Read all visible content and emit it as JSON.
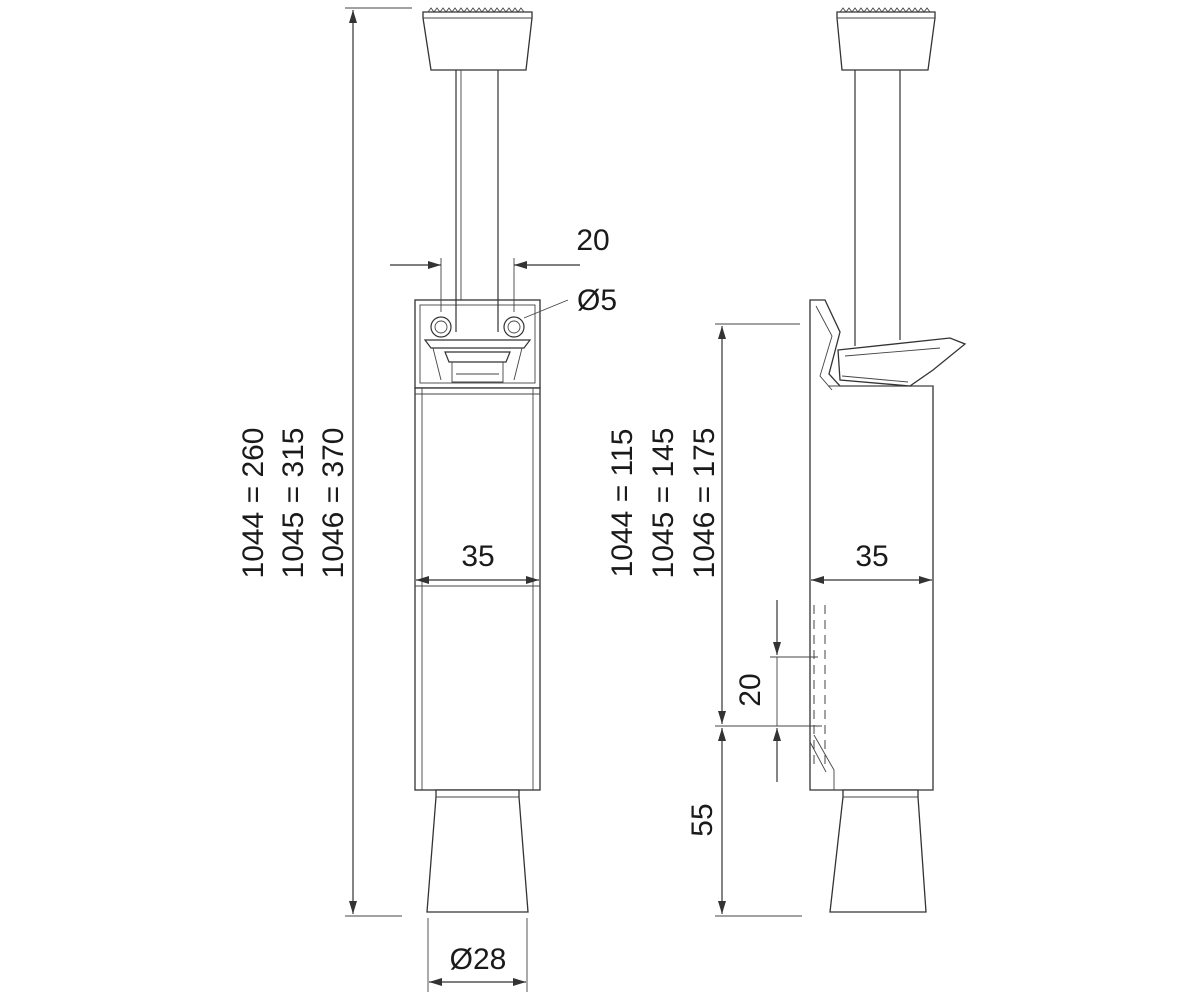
{
  "front_view": {
    "total_length_labels": [
      "1044 = 260",
      "1045 = 315",
      "1046 = 370"
    ],
    "spacing_label": "20",
    "hole_label": "Ø5",
    "width_label": "35",
    "foot_label": "Ø28"
  },
  "side_view": {
    "height_labels": [
      "1044 = 115",
      "1045 = 145",
      "1046 = 175"
    ],
    "width_label": "35",
    "step_label": "20",
    "foot_height_label": "55"
  },
  "colors": {
    "line": "#333333",
    "background": "#ffffff"
  }
}
